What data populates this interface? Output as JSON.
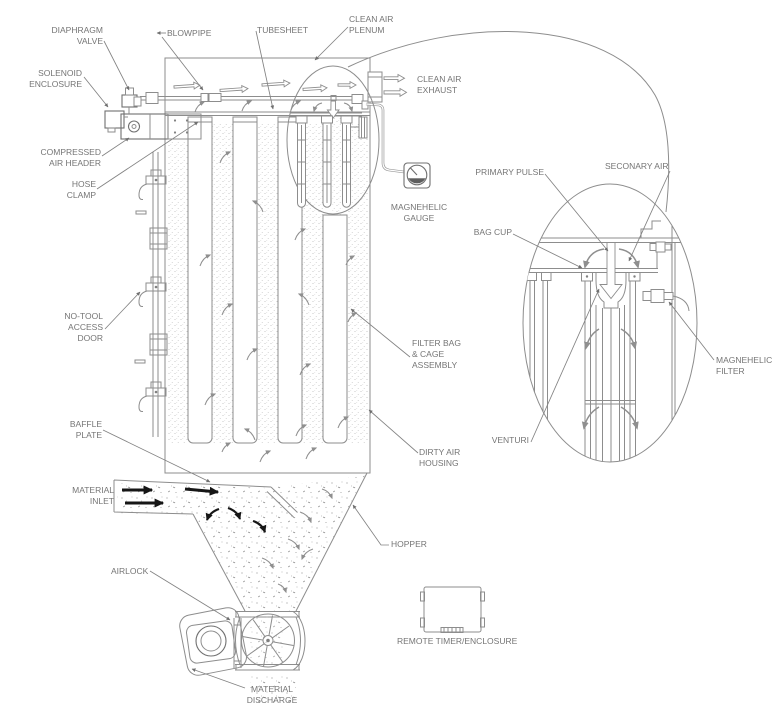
{
  "labels": {
    "diaphragm_valve": "DIAPHRAGM\nVALVE",
    "solenoid_enclosure": "SOLENOID\nENCLOSURE",
    "blowpipe": "BLOWPIPE",
    "tubesheet": "TUBESHEET",
    "clean_air_plenum": "CLEAN AIR\nPLENUM",
    "clean_air_exhaust": "CLEAN AIR\nEXHAUST",
    "compressed_air_header": "COMPRESSED\nAIR HEADER",
    "hose_clamp": "HOSE\nCLAMP",
    "magnehelic_gauge": "MAGNEHELIC\nGAUGE",
    "no_tool_access_door": "NO-TOOL\nACCESS\nDOOR",
    "filter_bag_cage_assembly": "FILTER BAG\n& CAGE\nASSEMBLY",
    "baffle_plate": "BAFFLE\nPLATE",
    "material_inlet": "MATERIAL\nINLET",
    "dirty_air_housing": "DIRTY AIR\nHOUSING",
    "hopper": "HOPPER",
    "airlock": "AIRLOCK",
    "material_discharge": "MATERIAL\nDISCHARGE",
    "remote_timer_enclosure": "REMOTE TIMER/ENCLOSURE",
    "primary_pulse": "PRIMARY PULSE",
    "secondary_air": "SECONARY AIR",
    "bag_cup": "BAG CUP",
    "magnehelic_filter": "MAGNEHELIC\nFILTER",
    "venturi": "VENTURI"
  },
  "colors": {
    "line": "#8d8d8d",
    "dark_line": "#6f6f6f",
    "text": "#757575",
    "bold_arrow": "#161616",
    "background": "#ffffff"
  }
}
